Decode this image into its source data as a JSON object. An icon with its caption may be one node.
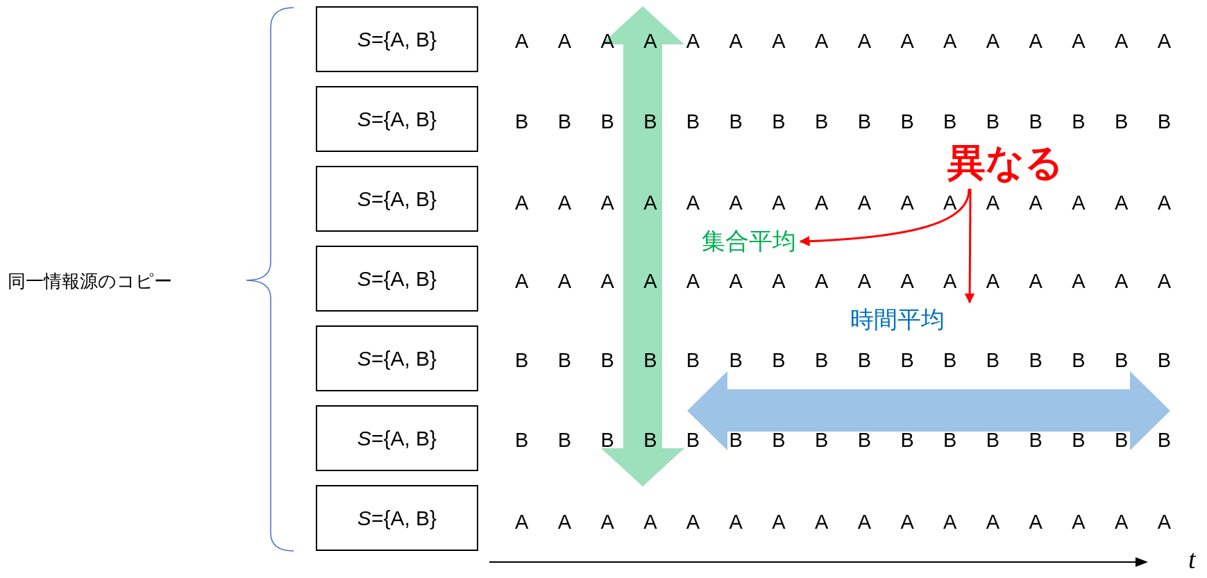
{
  "diagram": {
    "nodes": [
      {
        "text": [
          "*S*={A, B}"
        ]
      },
      {
        "text": [
          "*S*={A, B}"
        ]
      },
      {
        "text": [
          "*S*={A, B}"
        ]
      },
      {
        "text": [
          "*S*={A, B}"
        ]
      },
      {
        "text": [
          "*S*={A, B}"
        ]
      },
      {
        "text": [
          "*S*={A, B}"
        ]
      },
      {
        "text": [
          "*S*={A, B}"
        ]
      },
      {
        "text": [
          "異なる"
        ]
      },
      {
        "text": [
          "集合平均"
        ]
      },
      {
        "text": [
          "時間平均"
        ]
      }
    ],
    "edges": [
      {
        "from": 7,
        "to": 8,
        "arrow": "to",
        "color": "#ff0000"
      },
      {
        "from": 7,
        "to": 9,
        "arrow": "to",
        "color": "#ff0000"
      }
    ],
    "labels": [
      "同一情報源のコピー",
      "A A A A A A A A A A A A A A A A",
      "B B B B B B B B B B B B B B B B",
      "A A A A A A A A A A A A A A A A",
      "A A A A A A A A A A A A A A A A",
      "B B B B B B B B B B B B B B B B",
      "B B B B B B B B B B B B B B B B",
      "A A A A A A A A A A A A A A A A",
      "t"
    ]
  }
}
